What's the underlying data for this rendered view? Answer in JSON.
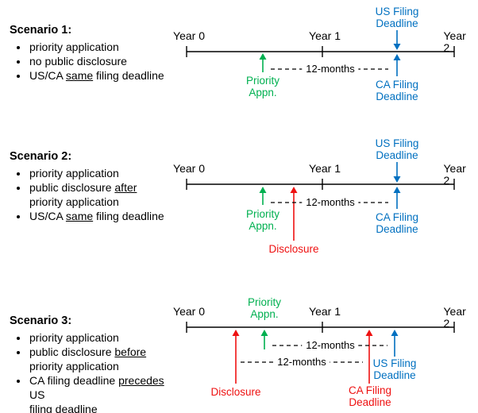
{
  "colors": {
    "green": "#00B050",
    "red": "#EE1111",
    "blue": "#0070C0",
    "black": "#000000"
  },
  "timeline": {
    "years": [
      "Year 0",
      "Year 1",
      "Year 2"
    ],
    "twelve_months_label": "12-months"
  },
  "scenarios": [
    {
      "heading": "Scenario 1:",
      "bullets": [
        [
          {
            "t": "priority application"
          }
        ],
        [
          {
            "t": "no public disclosure"
          }
        ],
        [
          {
            "t": "US/CA "
          },
          {
            "t": "same",
            "u": true
          },
          {
            "t": " filing deadline"
          }
        ]
      ],
      "priority_label": "Priority\nAppn.",
      "us_deadline_label": "US Filing\nDeadline",
      "ca_deadline_label": "CA Filing\nDeadline"
    },
    {
      "heading": "Scenario 2:",
      "bullets": [
        [
          {
            "t": "priority application"
          }
        ],
        [
          {
            "t": "public disclosure "
          },
          {
            "t": "after",
            "u": true
          },
          {
            "br": true
          },
          {
            "t": "priority application"
          }
        ],
        [
          {
            "t": "US/CA "
          },
          {
            "t": "same",
            "u": true
          },
          {
            "t": " filing deadline"
          }
        ]
      ],
      "priority_label": "Priority\nAppn.",
      "disclosure_label": "Disclosure",
      "us_deadline_label": "US Filing\nDeadline",
      "ca_deadline_label": "CA Filing\nDeadline"
    },
    {
      "heading": "Scenario 3:",
      "bullets": [
        [
          {
            "t": "priority application"
          }
        ],
        [
          {
            "t": "public disclosure "
          },
          {
            "t": "before",
            "u": true
          },
          {
            "br": true
          },
          {
            "t": "priority application"
          }
        ],
        [
          {
            "t": "CA filing deadline "
          },
          {
            "t": "precedes",
            "u": true
          },
          {
            "t": " US"
          },
          {
            "br": true
          },
          {
            "t": "filing deadline"
          }
        ]
      ],
      "priority_label": "Priority\nAppn.",
      "disclosure_label": "Disclosure",
      "us_deadline_label": "US Filing\nDeadline",
      "ca_deadline_label": "CA Filing\nDeadline"
    }
  ]
}
